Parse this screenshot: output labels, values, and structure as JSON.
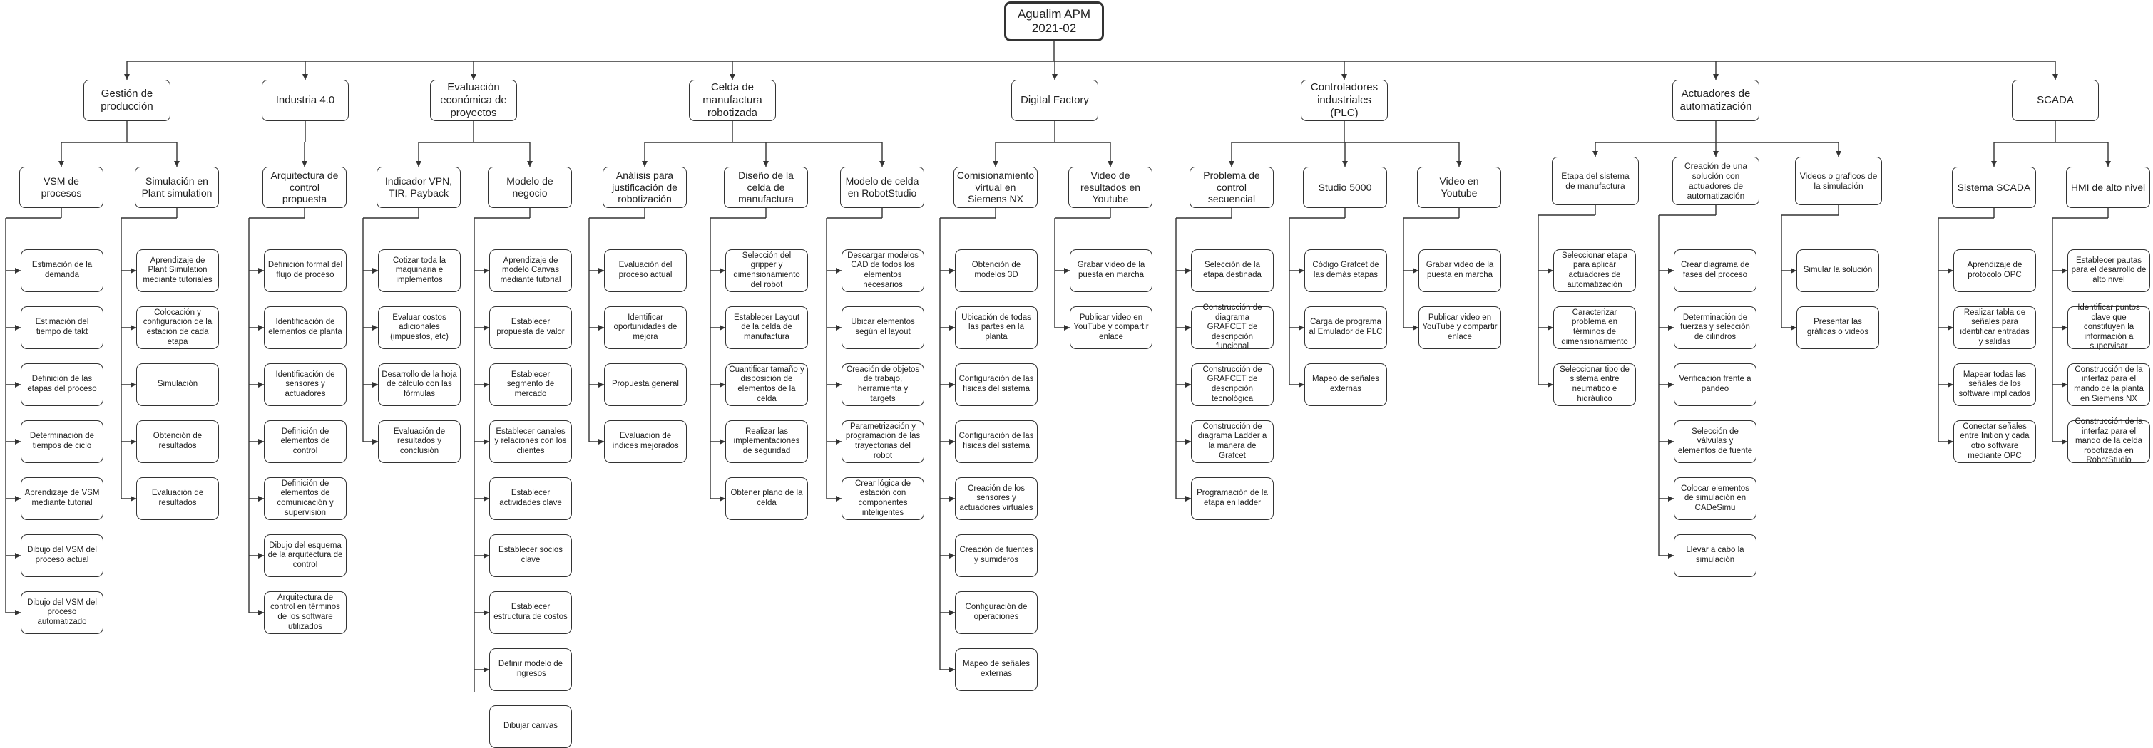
{
  "root": {
    "title": "Agualim APM\n2021-02"
  },
  "branches": [
    {
      "label": "Gestión de\nproducción",
      "children": [
        {
          "label": "VSM de procesos",
          "items": [
            "Estimación de la demanda",
            "Estimación del tiempo de takt",
            "Definición de las etapas del proceso",
            "Determinación de tiempos de ciclo",
            "Aprendizaje de VSM mediante tutorial",
            "Dibujo del VSM del proceso actual",
            "Dibujo del VSM del proceso automatizado"
          ]
        },
        {
          "label": "Simulación en\nPlant simulation",
          "items": [
            "Aprendizaje de Plant Simulation mediante tutoriales",
            "Colocación y configuración de la estación de cada etapa",
            "Simulación",
            "Obtención de resultados",
            "Evaluación de resultados"
          ]
        }
      ]
    },
    {
      "label": "Industria 4.0",
      "children": [
        {
          "label": "Arquitectura de\ncontrol propuesta",
          "items": [
            "Definición formal del flujo de proceso",
            "Identificación de elementos de planta",
            "Identificación de sensores y actuadores",
            "Definición de elementos de control",
            "Definición de elementos de comunicación y supervisión",
            "Dibujo del esquema de la arquitectura de control",
            "Arquitectura de control en términos de los software utilizados"
          ]
        }
      ]
    },
    {
      "label": "Evaluación\neconómica de\nproyectos",
      "children": [
        {
          "label": "Indicador VPN,\nTIR, Payback",
          "items": [
            "Cotizar toda la maquinaria e implementos",
            "Evaluar costos adicionales (impuestos, etc)",
            "Desarrollo de la hoja de cálculo con las fórmulas",
            "Evaluación de resultados y conclusión"
          ]
        },
        {
          "label": "Modelo de\nnegocio",
          "items": [
            "Aprendizaje de modelo Canvas mediante tutorial",
            "Establecer propuesta de valor",
            "Establecer segmento de mercado",
            "Establecer canales y relaciones con los clientes",
            "Establecer actividades clave",
            "Establecer socios clave",
            "Establecer estructura de costos",
            "Definir modelo de ingresos",
            "Dibujar canvas"
          ]
        }
      ]
    },
    {
      "label": "Celda de\nmanufactura\nrobotizada",
      "children": [
        {
          "label": "Análisis para\njustificación de\nrobotización",
          "items": [
            "Evaluación del proceso actual",
            "Identificar oportunidades de mejora",
            "Propuesta general",
            "Evaluación de índices mejorados"
          ]
        },
        {
          "label": "Diseño de la celda\nde manufactura",
          "items": [
            "Selección del gripper y dimensionamiento del robot",
            "Establecer Layout de la celda de manufactura",
            "Cuantificar tamaño y disposición de elementos de la celda",
            "Realizar las implementaciones de seguridad",
            "Obtener plano de la celda"
          ]
        },
        {
          "label": "Modelo de celda\nen RobotStudio",
          "items": [
            "Descargar modelos CAD de todos los elementos necesarios",
            "Ubicar elementos según el layout",
            "Creación de objetos de trabajo, herramienta y targets",
            "Parametrización y programación de las trayectorias del robot",
            "Crear lógica de estación con componentes inteligentes"
          ]
        }
      ]
    },
    {
      "label": "Digital Factory",
      "children": [
        {
          "label": "Comisionamiento\nvirtual en Siemens\nNX",
          "items": [
            "Obtención de modelos 3D",
            "Ubicación de todas las partes en la planta",
            "Configuración de las físicas del sistema",
            "Configuración de las físicas del sistema",
            "Creación de los sensores y actuadores virtuales",
            "Creación de fuentes y sumideros",
            "Configuración de operaciones",
            "Mapeo de señales externas"
          ]
        },
        {
          "label": "Video de\nresultados en\nYoutube",
          "items": [
            "Grabar video de la puesta en marcha",
            "Publicar video en YouTube y compartir enlace"
          ]
        }
      ]
    },
    {
      "label": "Controladores\nindustriales\n(PLC)",
      "children": [
        {
          "label": "Problema de\ncontrol secuencial",
          "items": [
            "Selección de la etapa destinada",
            "Construcción de diagrama GRAFCET de descripción funcional",
            "Construcción de GRAFCET de descripción tecnológica",
            "Construcción de diagrama Ladder a la manera de Grafcet",
            "Programación de la etapa en ladder"
          ]
        },
        {
          "label": "Studio 5000",
          "items": [
            "Código Grafcet de las demás etapas",
            "Carga de programa al Emulador de PLC",
            "Mapeo de señales externas"
          ]
        },
        {
          "label": "Video en Youtube",
          "items": [
            "Grabar video de la puesta en marcha",
            "Publicar video en YouTube y compartir enlace"
          ]
        }
      ]
    },
    {
      "label": "Actuadores de\nautomatización",
      "children": [
        {
          "label": "Etapa del sistema de\nmanufactura",
          "items": [
            "Seleccionar etapa para aplicar actuadores de automatización",
            "Caracterizar problema en términos de dimensionamiento",
            "Seleccionar tipo de sistema entre neumático e hidráulico"
          ]
        },
        {
          "label": "Creación de una\nsolución con\nactuadores de\nautomatización",
          "items": [
            "Crear diagrama de fases del proceso",
            "Determinación de fuerzas y selección de cilindros",
            "Verificación frente a pandeo",
            "Selección de válvulas y elementos de fuente",
            "Colocar elementos de simulación en CADeSimu",
            "Llevar a cabo la simulación"
          ]
        },
        {
          "label": "Videos o graficos de\nla simulación",
          "items": [
            "Simular la solución",
            "Presentar las gráficas o videos"
          ]
        }
      ]
    },
    {
      "label": "SCADA",
      "children": [
        {
          "label": "Sistema SCADA",
          "items": [
            "Aprendizaje de protocolo OPC",
            "Realizar tabla de señales para identificar entradas y salidas",
            "Mapear todas las señales de los software implicados",
            "Conectar señales entre Inition y cada otro software mediante OPC"
          ]
        },
        {
          "label": "HMI de alto nivel",
          "items": [
            "Establecer pautas para el desarrollo de alto nivel",
            "Identificar puntos clave que constituyen la información a supervisar",
            "Construcción de la interfaz para el mando de la planta en Siemens NX",
            "Construcción de la interfaz para el mando de la celda robotizada en RobotStudio"
          ]
        }
      ]
    }
  ]
}
